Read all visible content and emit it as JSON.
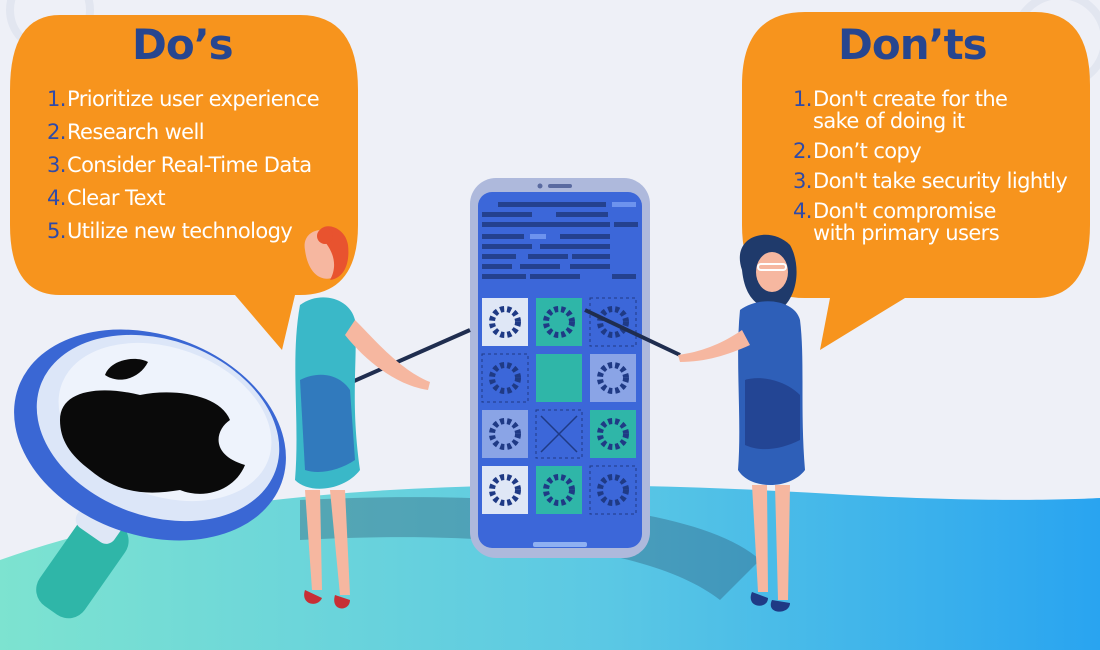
{
  "dos": {
    "title": "Do’s",
    "items": [
      {
        "num": "1.",
        "text": "Prioritize user experience"
      },
      {
        "num": "2.",
        "text": "Research well"
      },
      {
        "num": "3.",
        "text": "Consider Real-Time Data"
      },
      {
        "num": "4.",
        "text": "Clear Text"
      },
      {
        "num": "5.",
        "text": "Utilize new technology"
      }
    ]
  },
  "donts": {
    "title": "Don’ts",
    "items": [
      {
        "num": "1.",
        "text": "Don't create for the\nsake of doing it"
      },
      {
        "num": "2.",
        "text": "Don’t copy"
      },
      {
        "num": "3.",
        "text": "Don't take security lightly"
      },
      {
        "num": "4.",
        "text": "Don't compromise\nwith primary users"
      }
    ]
  },
  "colors": {
    "bubble": "#f7941d",
    "title": "#27468f",
    "phone_screen": "#3c67d9",
    "ground_left": "#7de3d0",
    "ground_right": "#29a4f0"
  },
  "icons": [
    "apple-logo-icon",
    "magnifier-icon",
    "gear-icon",
    "close-icon"
  ]
}
